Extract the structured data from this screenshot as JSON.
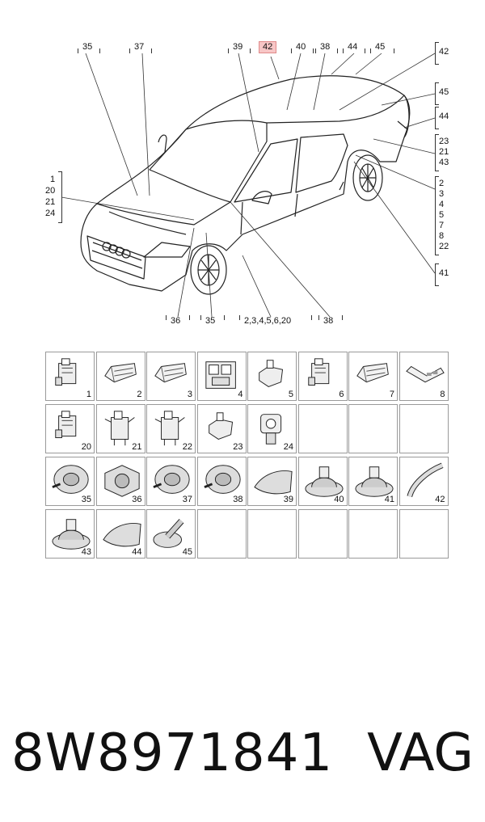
{
  "diagram": {
    "top_callouts": [
      "35",
      "37",
      "39",
      "42",
      "40",
      "38",
      "44",
      "45"
    ],
    "highlighted_callout": "42",
    "right_callouts": [
      {
        "id": "r1",
        "lines": [
          "42"
        ]
      },
      {
        "id": "r2",
        "lines": [
          "45"
        ]
      },
      {
        "id": "r3",
        "lines": [
          "44"
        ]
      },
      {
        "id": "r4",
        "lines": [
          "23",
          "21",
          "43"
        ]
      },
      {
        "id": "r5",
        "lines": [
          "2",
          "3",
          "4",
          "5",
          "7",
          "8",
          "22"
        ]
      },
      {
        "id": "r6",
        "lines": [
          "41"
        ]
      }
    ],
    "left_callout": [
      "1",
      "20",
      "21",
      "24"
    ],
    "bottom_callouts": [
      "36",
      "35",
      "2,3,4,5,6,20",
      "38"
    ]
  },
  "parts_grid": {
    "cells": [
      {
        "label": "1",
        "icon": "connector-housing-icon"
      },
      {
        "label": "2",
        "icon": "flat-connector-icon"
      },
      {
        "label": "3",
        "icon": "flat-connector-icon"
      },
      {
        "label": "4",
        "icon": "relay-block-icon"
      },
      {
        "label": "5",
        "icon": "small-connector-icon"
      },
      {
        "label": "6",
        "icon": "connector-housing-icon"
      },
      {
        "label": "7",
        "icon": "flat-connector-icon"
      },
      {
        "label": "8",
        "icon": "flat-clip-icon"
      },
      {
        "label": "20",
        "icon": "connector-housing-icon"
      },
      {
        "label": "21",
        "icon": "connector-bracket-icon"
      },
      {
        "label": "22",
        "icon": "connector-bracket-icon"
      },
      {
        "label": "23",
        "icon": "small-connector-icon"
      },
      {
        "label": "24",
        "icon": "round-connector-icon"
      },
      {
        "label": "",
        "icon": ""
      },
      {
        "label": "",
        "icon": ""
      },
      {
        "label": "",
        "icon": ""
      },
      {
        "label": "35",
        "icon": "rubber-grommet-icon"
      },
      {
        "label": "36",
        "icon": "square-grommet-icon"
      },
      {
        "label": "37",
        "icon": "rubber-grommet-icon"
      },
      {
        "label": "38",
        "icon": "rubber-grommet-icon"
      },
      {
        "label": "39",
        "icon": "flat-grommet-icon"
      },
      {
        "label": "40",
        "icon": "dome-grommet-icon"
      },
      {
        "label": "41",
        "icon": "dome-grommet-icon"
      },
      {
        "label": "42",
        "icon": "hose-grommet-icon"
      },
      {
        "label": "43",
        "icon": "dome-grommet-icon"
      },
      {
        "label": "44",
        "icon": "flat-grommet-icon"
      },
      {
        "label": "45",
        "icon": "angled-grommet-icon"
      },
      {
        "label": "",
        "icon": ""
      },
      {
        "label": "",
        "icon": ""
      },
      {
        "label": "",
        "icon": ""
      },
      {
        "label": "",
        "icon": ""
      },
      {
        "label": "",
        "icon": ""
      }
    ]
  },
  "footer": {
    "part_number": "8W8971841",
    "brand": "VAG"
  }
}
